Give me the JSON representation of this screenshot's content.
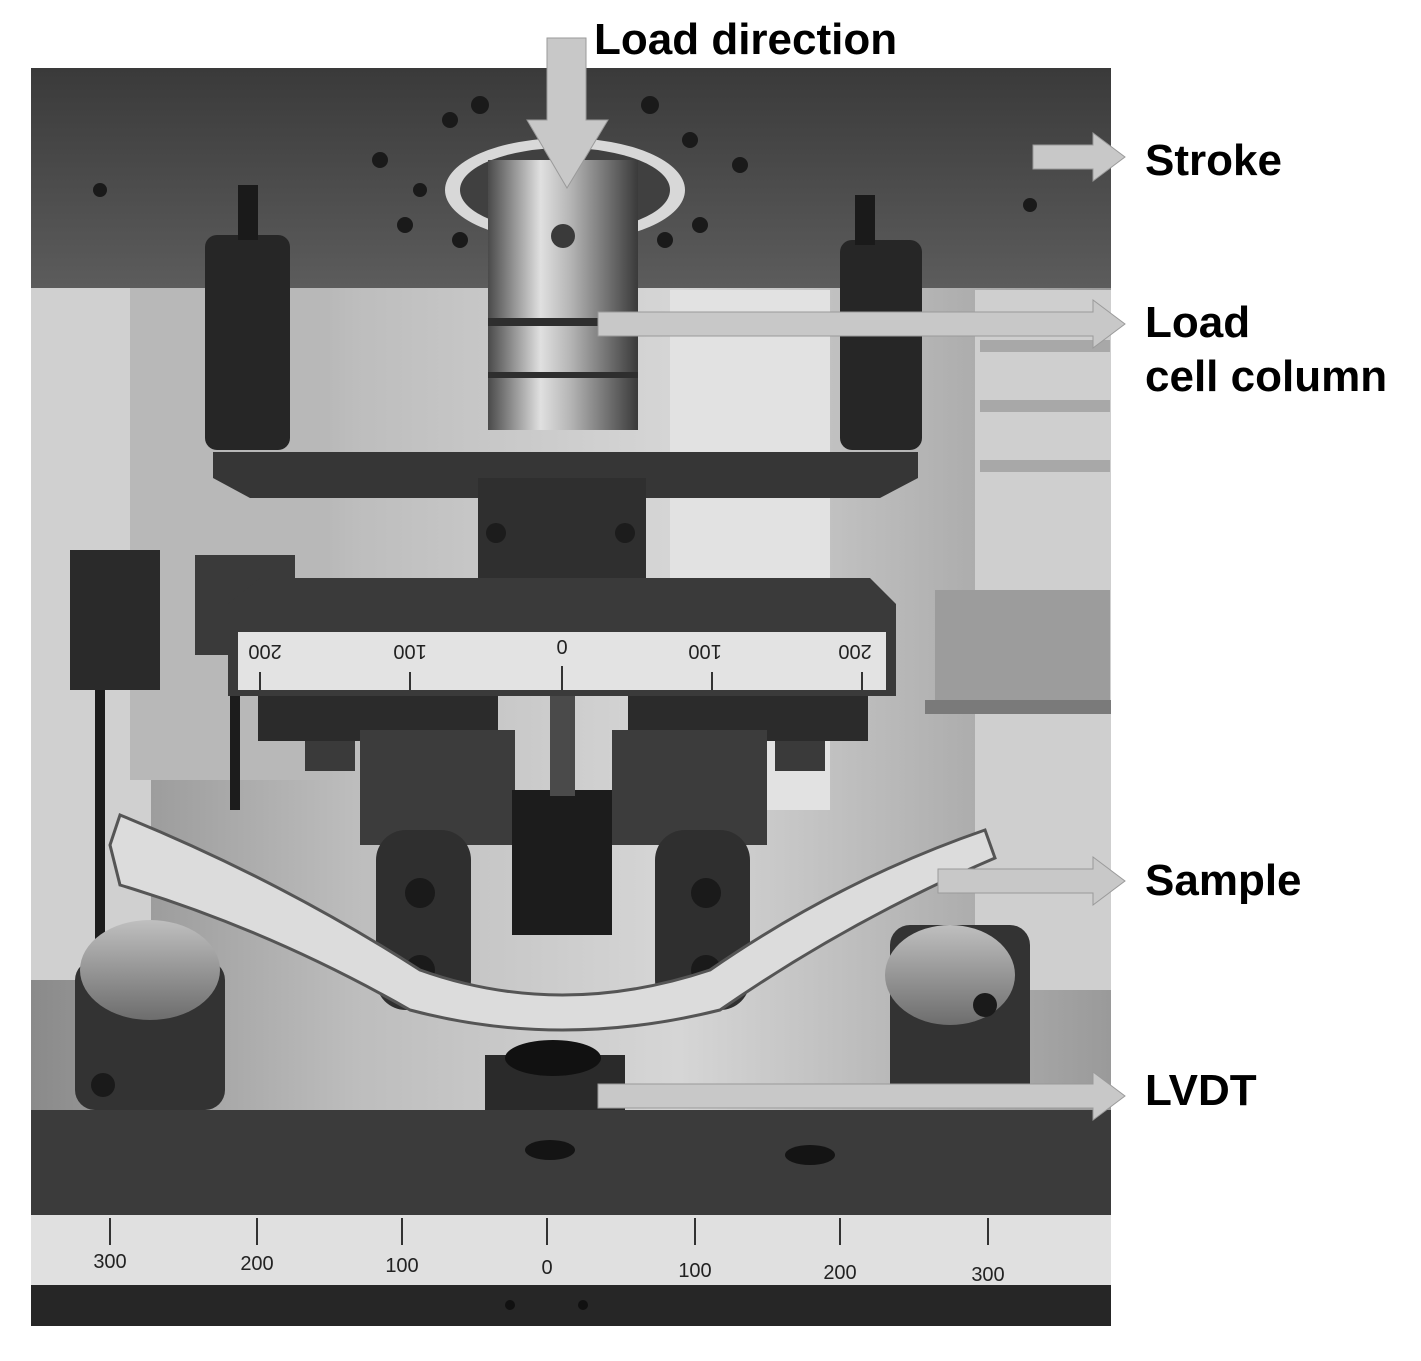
{
  "labels": {
    "load_direction": "Load direction",
    "stroke": "Stroke",
    "load_cell_line1": "Load",
    "load_cell_line2": "cell column",
    "sample": "Sample",
    "lvdt": "LVDT"
  },
  "upper_scale_ticks": [
    "200",
    "100",
    "0",
    "100",
    "200"
  ],
  "lower_scale_ticks": [
    "300",
    "200",
    "100",
    "0",
    "100",
    "200",
    "300"
  ],
  "colors": {
    "background": "#ffffff",
    "arrow_fill": "#c8c8c8",
    "text": "#000000"
  }
}
